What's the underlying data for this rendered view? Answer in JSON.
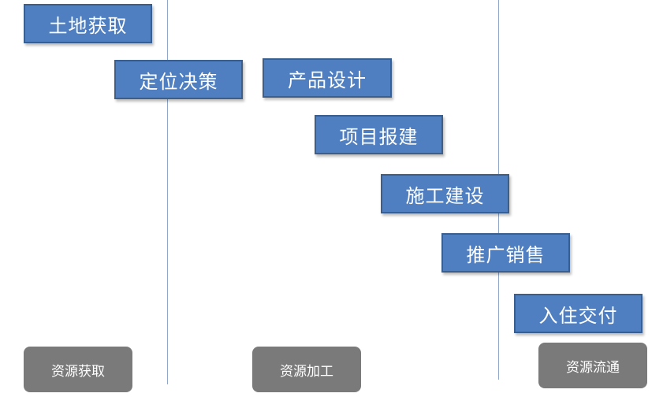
{
  "steps": [
    {
      "label": "土地获取"
    },
    {
      "label": "定位决策"
    },
    {
      "label": "产品设计"
    },
    {
      "label": "项目报建"
    },
    {
      "label": "施工建设"
    },
    {
      "label": "推广销售"
    },
    {
      "label": "入住交付"
    }
  ],
  "phases": [
    {
      "label": "资源获取"
    },
    {
      "label": "资源加工"
    },
    {
      "label": "资源流通"
    }
  ],
  "colors": {
    "step_fill": "#4f7fc0",
    "step_border": "#3a5f8f",
    "phase_fill": "#7a7a7a",
    "divider": "#8fa8c8"
  }
}
